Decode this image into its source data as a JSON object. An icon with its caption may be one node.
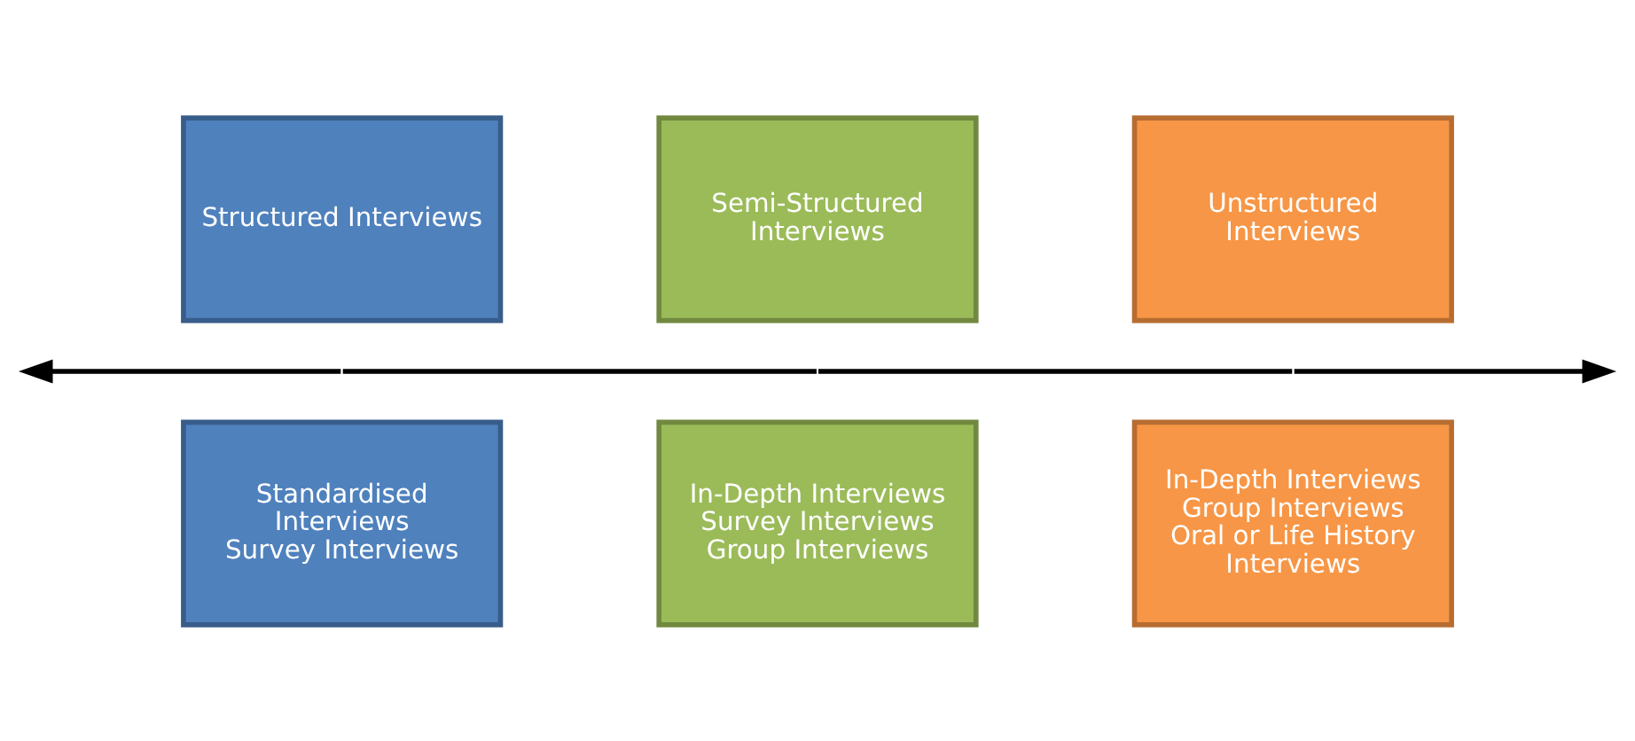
{
  "diagram": {
    "nodes": [
      {
        "text": [
          "Structured Interviews"
        ]
      },
      {
        "text": [
          "Semi-Structured Interviews"
        ]
      },
      {
        "text": [
          "Unstructured Interviews"
        ]
      },
      {
        "text": [
          "Standardised Interviews",
          "Survey Interviews"
        ]
      },
      {
        "text": [
          "In-Depth Interviews",
          "Survey Interviews",
          "Group Interviews"
        ]
      },
      {
        "text": [
          "In-Depth Interviews",
          "Group Interviews",
          "Oral or Life History Interviews"
        ]
      }
    ],
    "edges": []
  }
}
